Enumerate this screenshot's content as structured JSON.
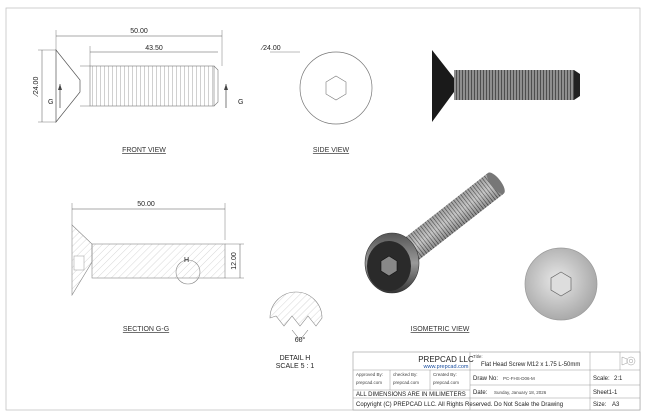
{
  "front_view": {
    "label": "FRONT VIEW",
    "dim_overall_length": "50.00",
    "dim_thread_length": "43.50",
    "dim_head_diameter": "∕24.00",
    "section_mark": "G"
  },
  "side_view": {
    "label": "SIDE VIEW",
    "dim_diameter": "∕24.00"
  },
  "section_view": {
    "label": "SECTION G-G",
    "dim_length": "50.00",
    "dim_thread_diameter": "12.00",
    "detail_mark": "H"
  },
  "detail_view": {
    "label_line1": "DETAIL H",
    "label_line2": "SCALE 5 : 1",
    "angle": "60°"
  },
  "isometric_view": {
    "label": "ISOMETRIC VIEW"
  },
  "title_block": {
    "company": "PREPCAD LLC",
    "website": "www.prepcad.com",
    "title_label": "Title:",
    "title_value": "Flat Head Screw M12 x 1.75 L-50mm",
    "approved_by_label": "Approved By:",
    "approved_by_value": "prepcad.com",
    "checked_by_label": "checked By:",
    "checked_by_value": "prepcad.com",
    "created_by_label": "Created By:",
    "created_by_value": "prepcad.com",
    "draw_no_label": "Draw No:",
    "draw_no_value": "PC-FHS-D06-M",
    "scale_label": "Scale:",
    "scale_value": "2:1",
    "units_note": "ALL DIMENSIONS ARE IN MILIMETERS",
    "date_label": "Date:",
    "date_value": "Sunday, January 18, 2026",
    "sheet_value": "Sheet1-1",
    "copyright": "Copyright (C)  PREPCAD LLC. All Rights Reserved. Do Not Scale the Drawing",
    "size_label": "Size:",
    "size_value": "A3"
  }
}
